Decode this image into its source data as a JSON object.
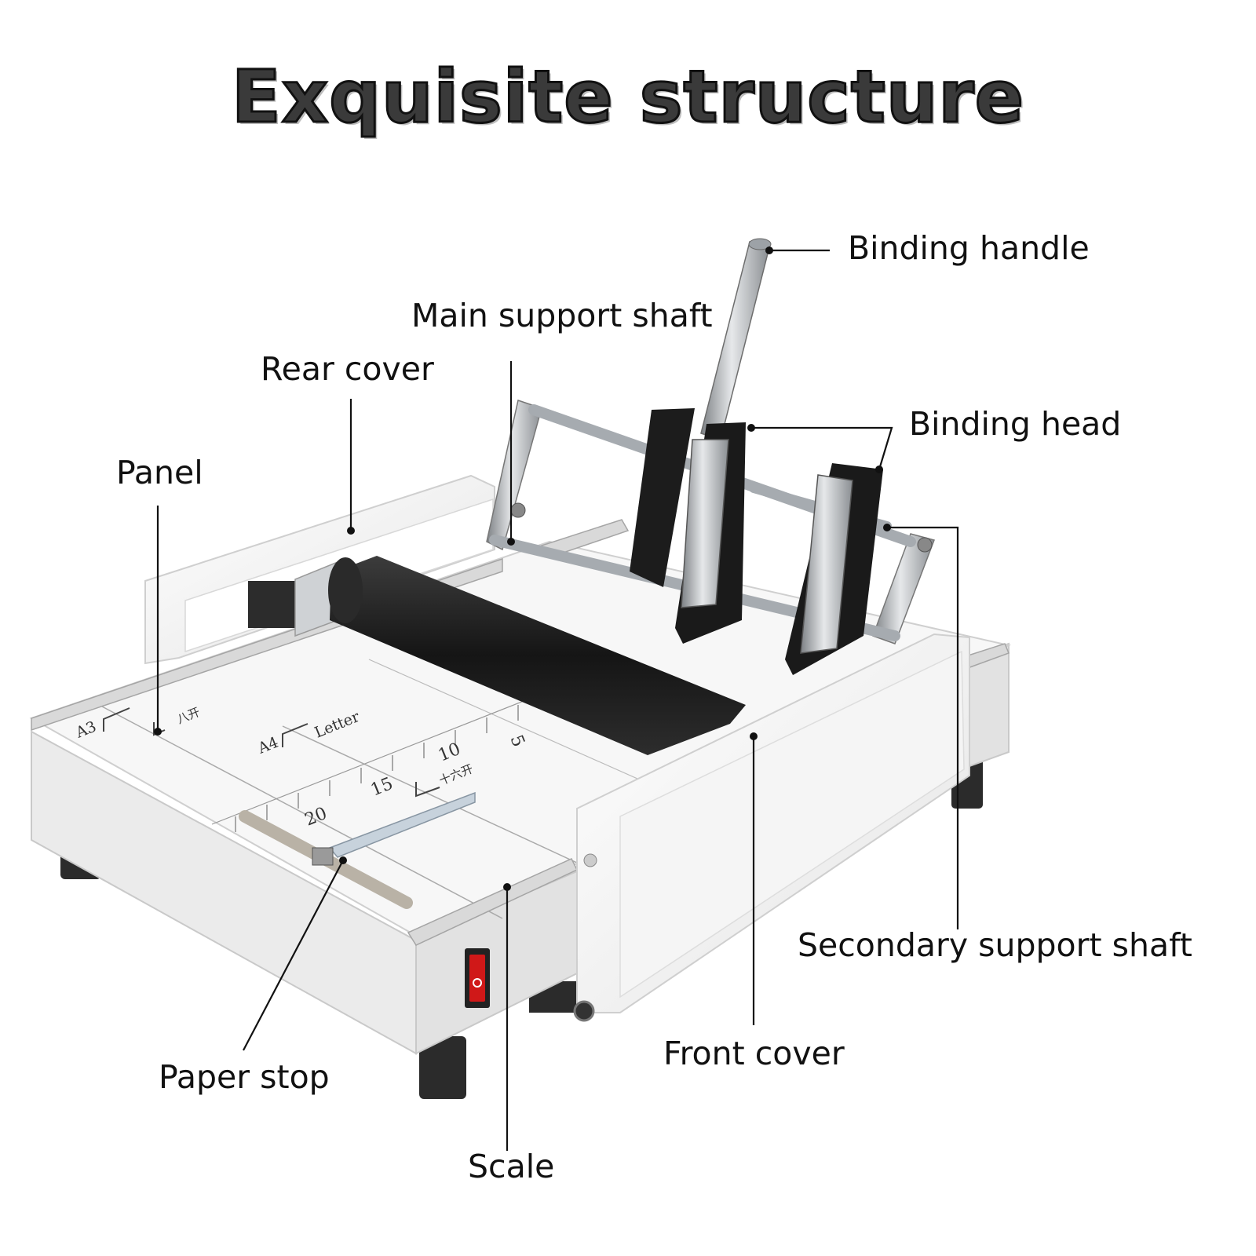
{
  "title": "Exquisite structure",
  "colors": {
    "body": "#f4f4f4",
    "roller": "#222222",
    "head": "#1c1c1c",
    "steel": "#b8bcc0",
    "switch": "#d01818",
    "title_fill": "#3a3a3a"
  },
  "labels": {
    "binding_handle": "Binding handle",
    "main_support_shaft": "Main support shaft",
    "rear_cover": "Rear cover",
    "binding_head": "Binding head",
    "panel": "Panel",
    "secondary_support_shaft": "Secondary support shaft",
    "front_cover": "Front cover",
    "paper_stop": "Paper stop",
    "scale": "Scale"
  },
  "markings": {
    "a3": "A3",
    "a4": "A4",
    "letter": "Letter",
    "bakai": "八开",
    "shiliukai": "十六开",
    "n5": "5",
    "n10": "10",
    "n15": "15",
    "n20": "20"
  },
  "icons": {
    "power_switch": "power-switch-icon",
    "screw": "screw-icon"
  }
}
